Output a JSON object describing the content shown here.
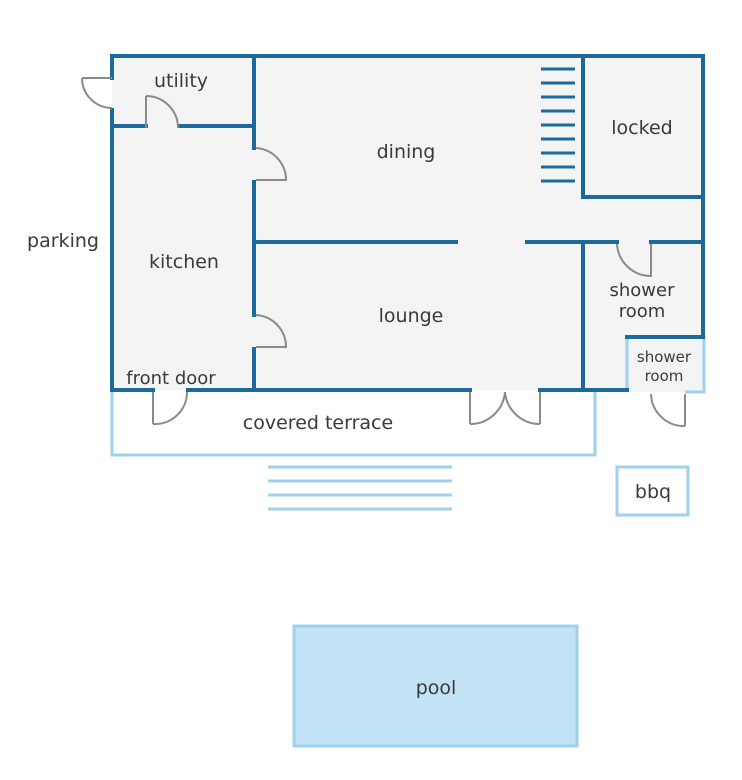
{
  "rooms": {
    "utility": "utility",
    "dining": "dining",
    "locked": "locked",
    "kitchen": "kitchen",
    "lounge": "lounge",
    "parking": "parking",
    "shower_room_1": [
      "shower",
      "room"
    ],
    "shower_room_2": [
      "shower",
      "room"
    ],
    "front_door": "front door",
    "covered_terrace": "covered terrace",
    "bbq": "bbq",
    "pool": "pool"
  },
  "colors": {
    "wall": "#1b6a9a",
    "light_outline": "#9fd0ec",
    "floor": "#f4f4f4",
    "door": "#8a8a8a",
    "pool_fill": "#c2e2f6",
    "text": "#3a3a3a"
  }
}
